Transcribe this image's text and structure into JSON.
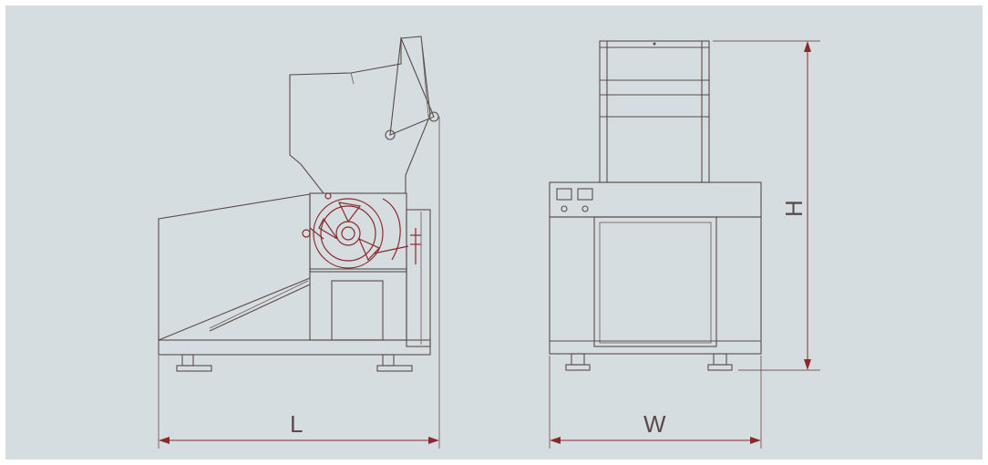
{
  "diagram": {
    "dimension_labels": {
      "length": "L",
      "width": "W",
      "height": "H"
    },
    "colors": {
      "background": "#d6dde1",
      "line": "#5a4a4a",
      "accent": "#8a2a2a"
    }
  }
}
